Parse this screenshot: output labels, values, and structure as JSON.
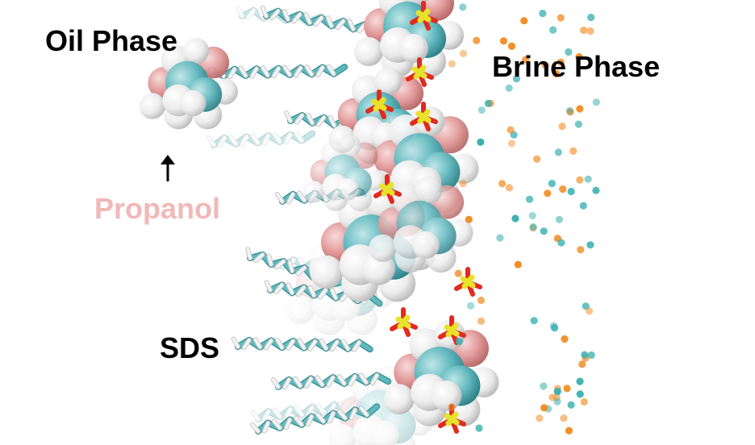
{
  "labels": {
    "oil_phase": "Oil Phase",
    "brine_phase": "Brine Phase",
    "propanol": "Propanol",
    "sds": "SDS"
  },
  "colors": {
    "label_text": "#000000",
    "propanol_text": "#f2b8b8",
    "carbon": "#5fb8bd",
    "hydrogen": "#f4f4f4",
    "oxygen_propanol": "#e29a9a",
    "oxygen_sulfate": "#e22a1f",
    "sulfur": "#e8e22a",
    "sodium_ion": "#f28a1f",
    "chloride_ion": "#3cb0b0"
  },
  "icons": {
    "propanol_pointer": "arrow-up-icon"
  }
}
